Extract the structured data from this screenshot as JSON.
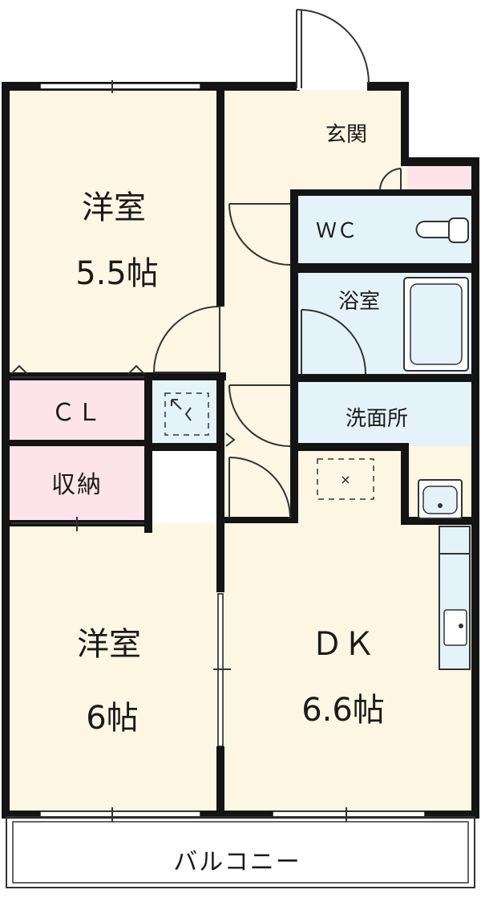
{
  "rooms": {
    "western_room_1": {
      "name": "洋室",
      "size": "5.5帖"
    },
    "closet": {
      "name": "ＣＬ"
    },
    "storage": {
      "name": "収納"
    },
    "western_room_2": {
      "name": "洋室",
      "size": "6帖"
    },
    "entrance": {
      "name": "玄関"
    },
    "wc": {
      "name": "ＷＣ"
    },
    "bathroom": {
      "name": "浴室"
    },
    "washroom": {
      "name": "洗面所"
    },
    "dining_kitchen": {
      "name": "ＤＫ",
      "size": "6.6帖"
    },
    "balcony": {
      "name": "バルコニー"
    }
  },
  "colors": {
    "room_fill": "#fdf6e3",
    "storage_fill": "#fde4ea",
    "water_fill": "#e4f2fa",
    "wall": "#141414"
  }
}
